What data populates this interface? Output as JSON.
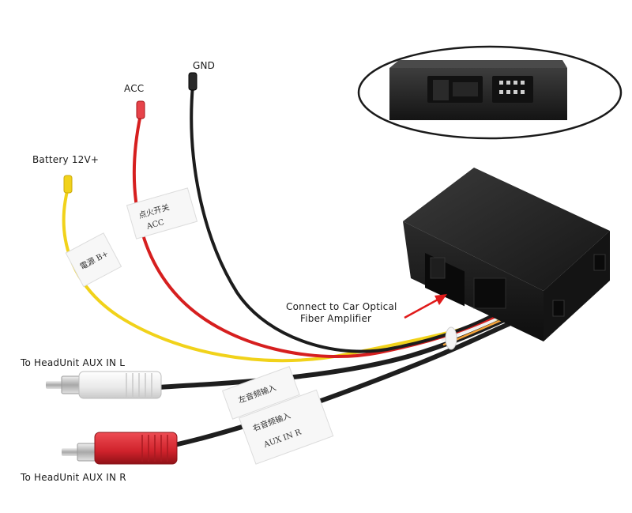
{
  "labels": {
    "gnd": "GND",
    "acc": "ACC",
    "battery": "Battery 12V+",
    "connect_line1": "Connect to Car Optical",
    "connect_line2": "Fiber Amplifier",
    "aux_l": "To HeadUnit AUX IN L",
    "aux_r": "To HeadUnit AUX IN R"
  },
  "tags": {
    "battery_tag": "電源 B+",
    "acc_tag_line1": "点火开关",
    "acc_tag_line2": "ACC",
    "aux_l_tag": "左音频输入",
    "aux_r_tag_line1": "右音频输入",
    "aux_r_tag_line2": "AUX IN R"
  },
  "colors": {
    "wire_yellow": "#f1d21a",
    "wire_red": "#d61f1f",
    "wire_black": "#1c1c1c",
    "box_body": "#202020",
    "rca_white": "#f4f4f4",
    "rca_red": "#d3262e",
    "arrow_red": "#e01a1a"
  }
}
